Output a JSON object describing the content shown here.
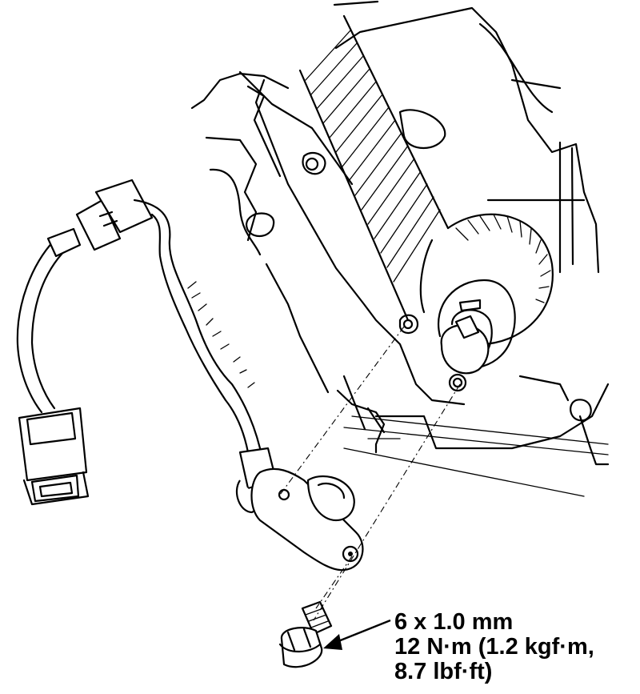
{
  "callout": {
    "bolt_size": "6 x 1.0 mm",
    "torque_line1": "12 N·m (1.2 kgf·m,",
    "torque_line2": "8.7 lbf·ft)"
  }
}
